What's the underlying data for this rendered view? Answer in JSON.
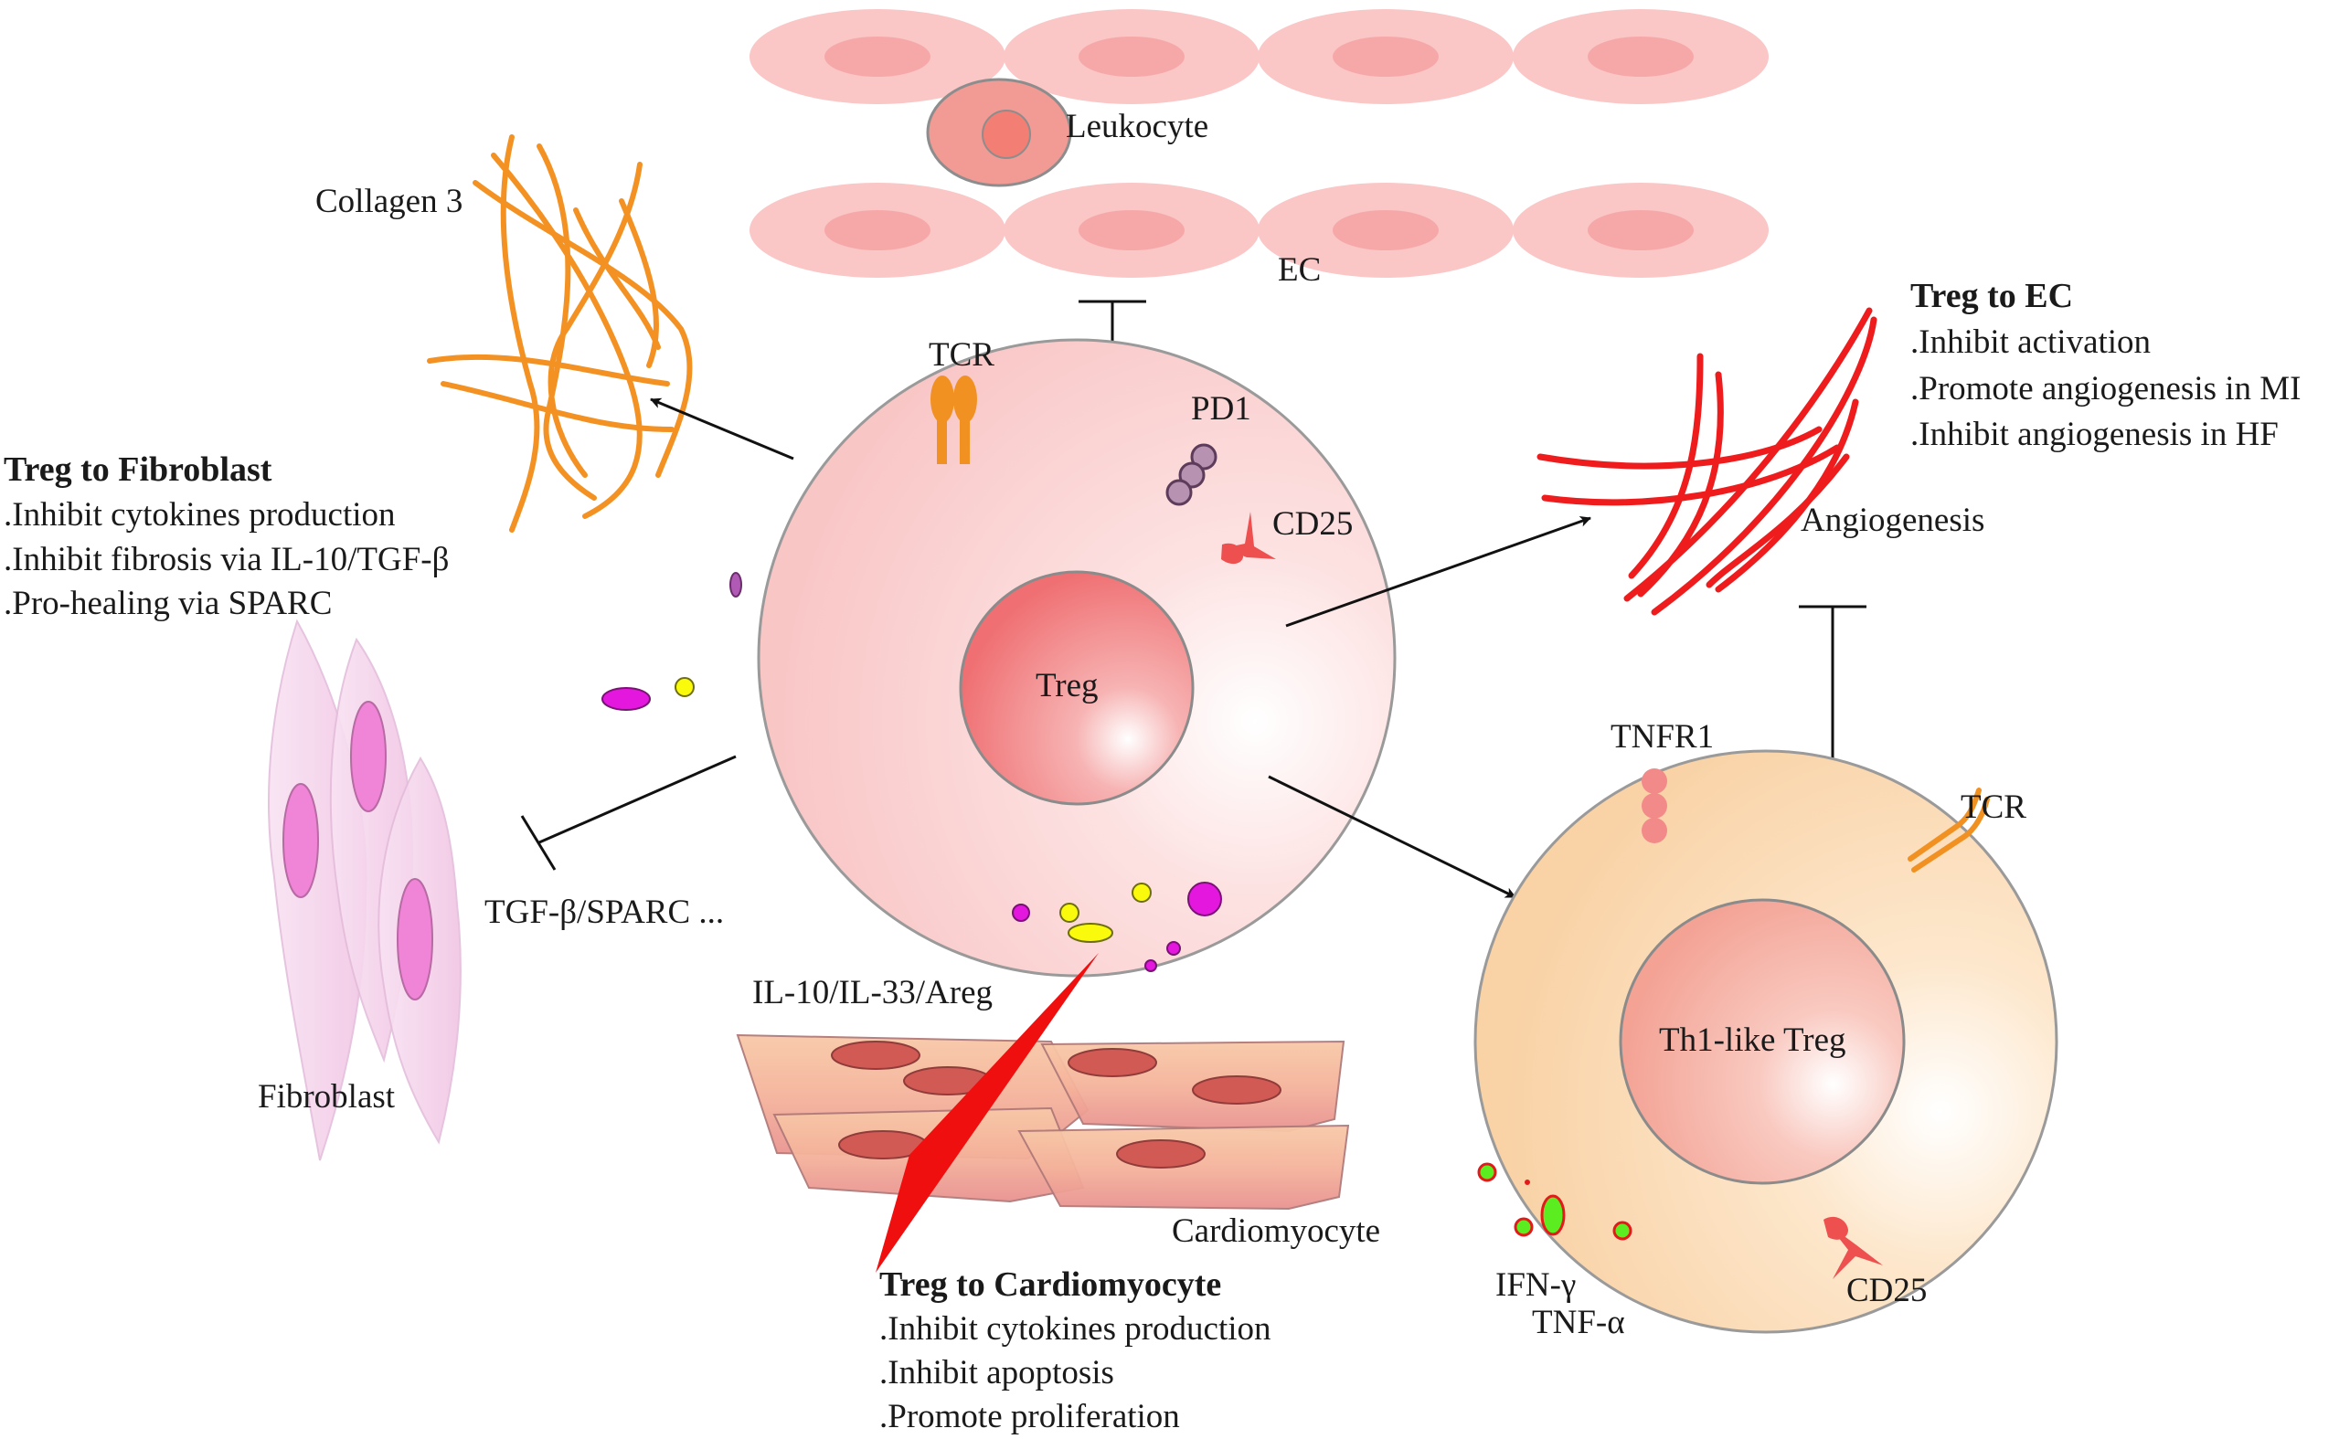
{
  "labels": {
    "leukocyte": "Leukocyte",
    "ec": "EC",
    "collagen": "Collagen 3",
    "tcr_top": "TCR",
    "pd1": "PD1",
    "cd25_top": "CD25",
    "treg": "Treg",
    "angiogenesis": "Angiogenesis",
    "tnfr1": "TNFR1",
    "tcr_right": "TCR",
    "th1_treg": "Th1-like Treg",
    "tgf_sparc": "TGF-β/SPARC ...",
    "fibroblast": "Fibroblast",
    "il_cytokines": "IL-10/IL-33/Areg",
    "cardiomyocyte": "Cardiomyocyte",
    "ifn": "IFN-γ",
    "tnf": "TNF-α",
    "cd25_bottom": "CD25"
  },
  "fibroblast_box": {
    "title": "Treg to Fibroblast",
    "items": [
      ".Inhibit cytokines production",
      ".Inhibit fibrosis via IL-10/TGF-β",
      ".Pro-healing via SPARC"
    ]
  },
  "ec_box": {
    "title": "Treg to EC",
    "items": [
      ".Inhibit activation",
      ".Promote angiogenesis in MI",
      ".Inhibit angiogenesis in HF"
    ]
  },
  "cardio_box": {
    "title": "Treg to Cardiomyocyte",
    "items": [
      ".Inhibit cytokines production",
      ".Inhibit apoptosis",
      ".Promote proliferation"
    ]
  },
  "colors": {
    "ec_cell": "#fac6c6",
    "ec_nucleus": "#f6a8a8",
    "leukocyte": "#f29a94",
    "collagen": "#f39223",
    "angiogenesis": "#ee1c1c",
    "treg_cell": "#fbd2d2",
    "treg_nucleus": "#f17a7c",
    "th1_cell": "#fbd9b1",
    "th1_nucleus": "#f6b2a6",
    "fibroblast": "#f6d3ec",
    "fibroblast_nucleus": "#f084d6",
    "cardiomyocyte": "#e89a98",
    "cardio_nucleus": "#d25a55",
    "tcr": "#f19122",
    "pd1": "#b792b1",
    "cd25": "#ee4f4f",
    "tnfr1": "#f28a8a",
    "magenta": "#e317dd",
    "yellow": "#fafa0d",
    "green": "#5ced20"
  }
}
